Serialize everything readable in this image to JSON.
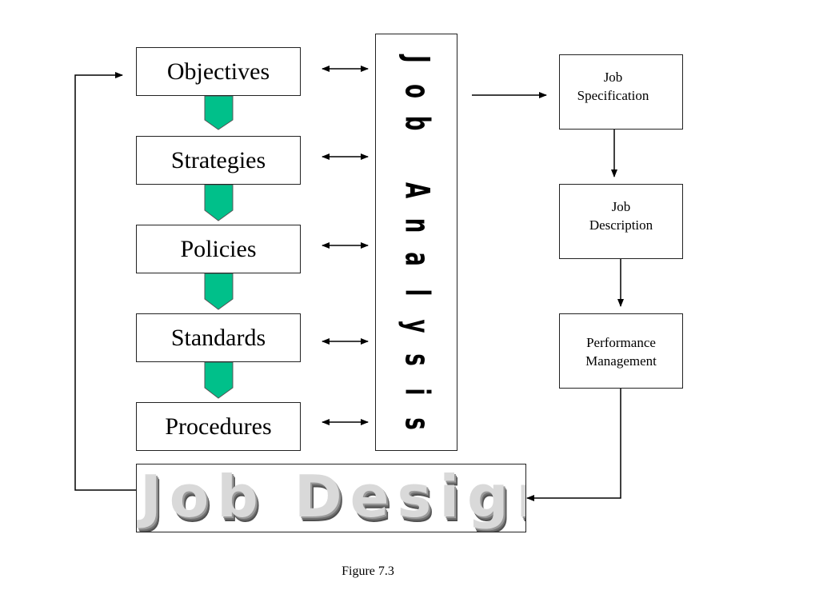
{
  "left_boxes": [
    {
      "label": "Objectives"
    },
    {
      "label": "Strategies"
    },
    {
      "label": "Policies"
    },
    {
      "label": "Standards"
    },
    {
      "label": "Procedures"
    }
  ],
  "job_analysis": {
    "letters": [
      "J",
      "o",
      "b",
      "",
      "A",
      "n",
      "a",
      "l",
      "y",
      "s",
      "i",
      "s"
    ]
  },
  "right_boxes": {
    "job_specification": {
      "line1": "Job",
      "line2": "Specification"
    },
    "job_description": {
      "line1": "Job",
      "line2": "Description"
    },
    "performance_management": {
      "line1": "Performance",
      "line2": "Management"
    }
  },
  "job_design": {
    "label": "Job Design"
  },
  "caption": "Figure 7.3",
  "colors": {
    "chevron_fill": "#00c08a",
    "line": "#000000"
  }
}
